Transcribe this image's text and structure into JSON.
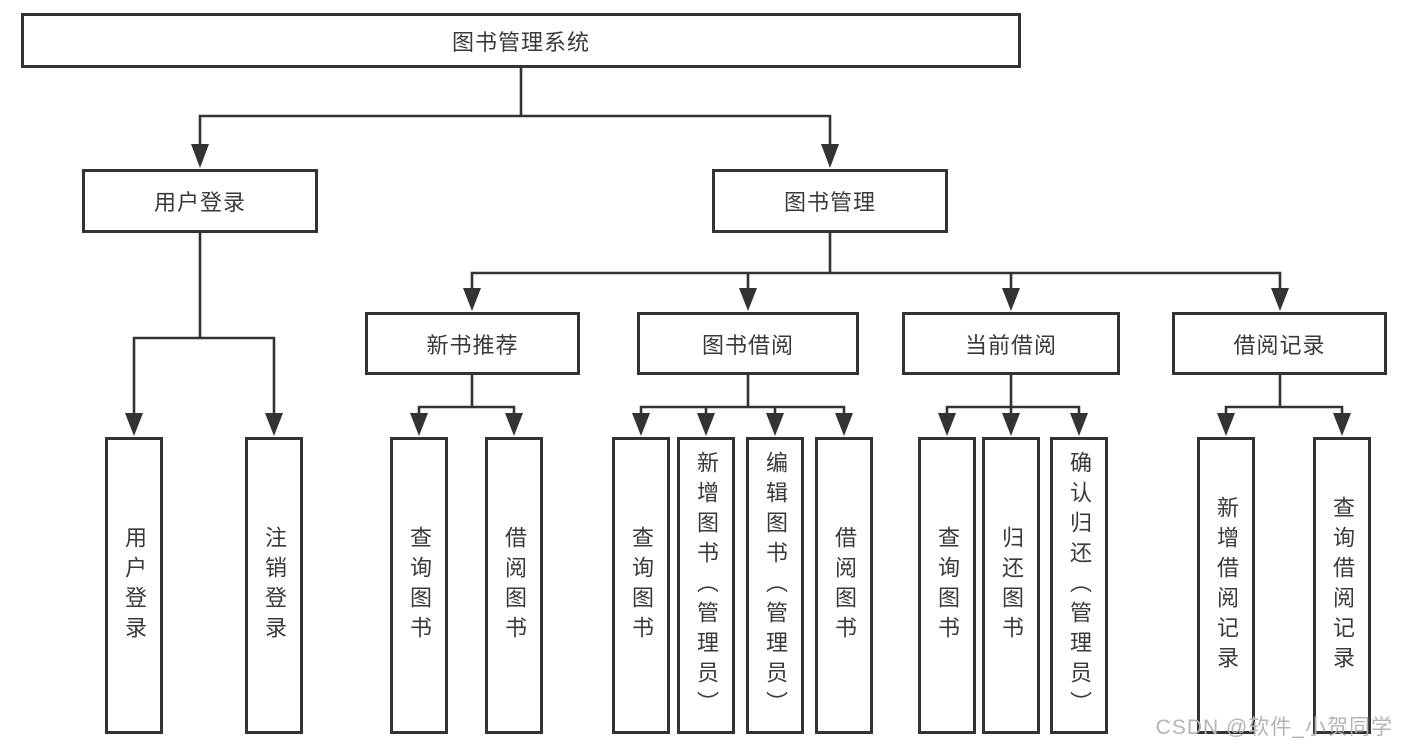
{
  "diagram": {
    "tree": {
      "label": "图书管理系统",
      "children": [
        {
          "label": "用户登录",
          "children": [
            {
              "label": "用户登录"
            },
            {
              "label": "注销登录"
            }
          ]
        },
        {
          "label": "图书管理",
          "children": [
            {
              "label": "新书推荐",
              "children": [
                {
                  "label": "查询图书"
                },
                {
                  "label": "借阅图书"
                }
              ]
            },
            {
              "label": "图书借阅",
              "children": [
                {
                  "label": "查询图书"
                },
                {
                  "label": "新增图书（管理员）"
                },
                {
                  "label": "编辑图书（管理员）"
                },
                {
                  "label": "借阅图书"
                }
              ]
            },
            {
              "label": "当前借阅",
              "children": [
                {
                  "label": "查询图书"
                },
                {
                  "label": "归还图书"
                },
                {
                  "label": "确认归还（管理员）"
                }
              ]
            },
            {
              "label": "借阅记录",
              "children": [
                {
                  "label": "新增借阅记录"
                },
                {
                  "label": "查询借阅记录"
                }
              ]
            }
          ]
        }
      ]
    },
    "colors": {
      "line": "#333333",
      "box_border": "#333333",
      "text": "#3a3a3a",
      "background": "#ffffff",
      "watermark": "#b4b4b4"
    }
  },
  "watermark": {
    "text": "CSDN @软件_小贺同学"
  }
}
